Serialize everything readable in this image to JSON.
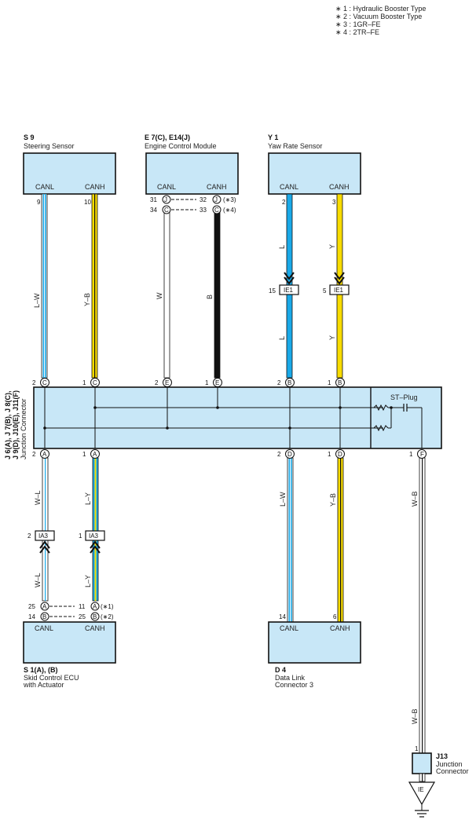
{
  "notes": [
    "∗ 1 : Hydraulic Booster Type",
    "∗ 2 : Vacuum Booster Type",
    "∗ 3 : 1GR–FE",
    "∗ 4 : 2TR–FE"
  ],
  "components": {
    "s9": {
      "code": "S 9",
      "name": "Steering Sensor"
    },
    "ecm": {
      "code": "E 7(C), E14(J)",
      "name": "Engine Control Module"
    },
    "y1": {
      "code": "Y 1",
      "name": "Yaw Rate Sensor"
    },
    "s1": {
      "code": "S 1(A), (B)",
      "name1": "Skid Control ECU",
      "name2": "with Actuator"
    },
    "d4": {
      "code": "D 4",
      "name1": "Data Link",
      "name2": "Connector 3"
    },
    "j13": {
      "code": "J13",
      "name1": "Junction",
      "name2": "Connector"
    },
    "jc": {
      "code1": "J 6(A), J 7(B), J 8(C),",
      "code2": "J 9(D), J10(E), J11(F)",
      "name": "Junction Connector"
    }
  },
  "labels": {
    "canl": "CANL",
    "canh": "CANH",
    "st_plug": "ST–Plug",
    "ie1": "IE1",
    "ia3": "IA3",
    "ie": "IE"
  },
  "wire_colors": {
    "lw": "L–W",
    "yb": "Y–B",
    "w": "W",
    "b": "B",
    "l": "L",
    "y": "Y",
    "wl": "W–L",
    "ly": "L–Y",
    "wb": "W–B"
  },
  "pins": {
    "s9_canl": "9",
    "s9_canh": "10",
    "ecm_31": "31",
    "ecm_32": "32",
    "ecm_34": "34",
    "ecm_33": "33",
    "ecm_j": "J",
    "ecm_c": "C",
    "ecm_n3": "(∗3)",
    "ecm_n4": "(∗4)",
    "y1_canl": "2",
    "y1_canh": "3",
    "ie1_l": "15",
    "ie1_y": "5",
    "top_2": "2",
    "top_1": "1",
    "c": "C",
    "e": "E",
    "b_pin": "B",
    "a": "A",
    "d": "D",
    "f": "F",
    "ia3_2": "2",
    "ia3_1": "1",
    "s1_25": "25",
    "s1_14": "14",
    "s1_11": "11",
    "s1_25b": "25",
    "s1_n1": "(∗1)",
    "s1_n2": "(∗2)",
    "d4_14": "14",
    "d4_6": "6",
    "j13_1": "1"
  },
  "colors": {
    "box": "#c8e7f7",
    "blue": "#19a9e8",
    "yellow": "#f8dc00",
    "black": "#111111",
    "white": "#ffffff"
  }
}
